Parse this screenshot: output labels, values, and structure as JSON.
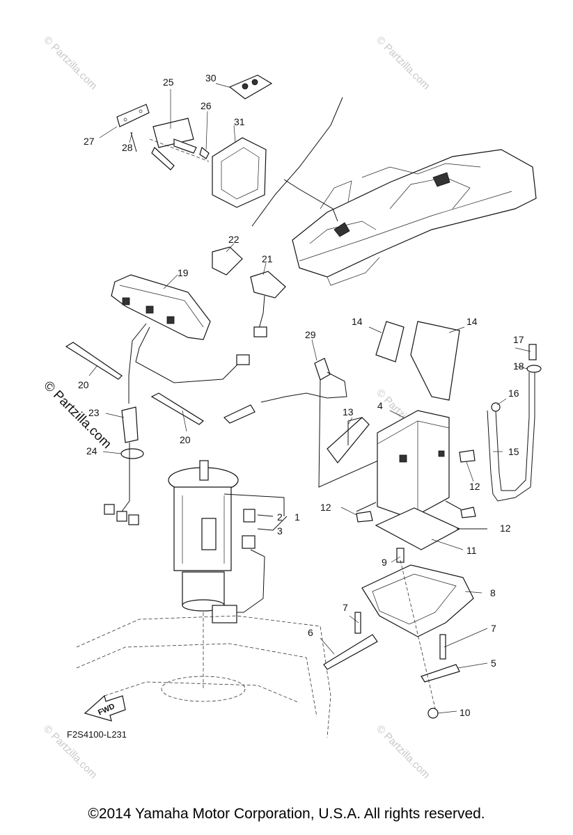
{
  "diagram_code": "F2S4100-L231",
  "copyright": "©2014  Yamaha Motor Corporation, U.S.A. All rights reserved.",
  "fwd_label": "FWD",
  "watermark_text": "© Partzilla.com",
  "callouts": {
    "p1": "1",
    "p2": "2",
    "p3": "3",
    "p4": "4",
    "p5": "5",
    "p6": "6",
    "p7a": "7",
    "p7b": "7",
    "p8": "8",
    "p9": "9",
    "p10": "10",
    "p11": "11",
    "p12a": "12",
    "p12b": "12",
    "p12c": "12",
    "p13": "13",
    "p14a": "14",
    "p14b": "14",
    "p15": "15",
    "p16": "16",
    "p17": "17",
    "p18": "18",
    "p19": "19",
    "p20a": "20",
    "p20b": "20",
    "p21": "21",
    "p22": "22",
    "p23": "23",
    "p24": "24",
    "p25": "25",
    "p26": "26",
    "p27": "27",
    "p28": "28",
    "p29": "29",
    "p30": "30",
    "p31": "31"
  }
}
